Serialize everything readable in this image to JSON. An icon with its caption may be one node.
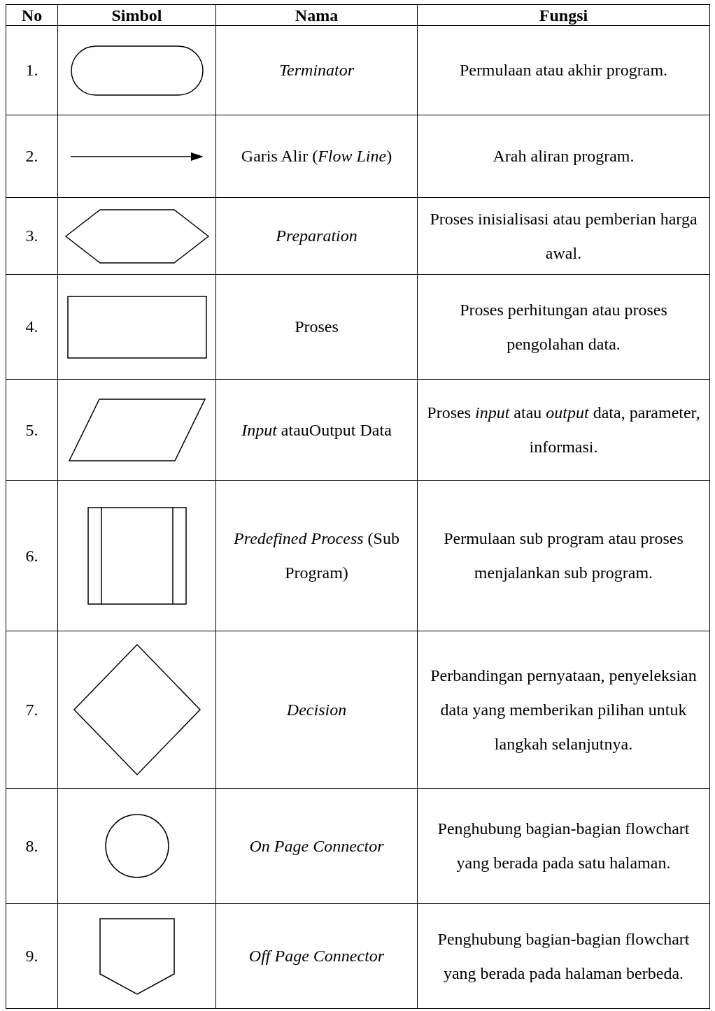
{
  "diagram": {
    "labels": [
      "No",
      "Simbol",
      "Nama",
      "Fungsi",
      "1.",
      "Terminator",
      "Permulaan atau akhir program.",
      "2.",
      "Garis Alir (*Flow Line*)",
      "Arah aliran program.",
      "3.",
      "Preparation",
      "Proses inisialisasi atau pemberian harga awal.",
      "4.",
      "Proses",
      "Proses perhitungan atau proses pengolahan data.",
      "5.",
      "*Input* atauOutput Data",
      "Proses *input* atau *output* data, parameter, informasi.",
      "6.",
      "*Predefined Process* (Sub Program)",
      "Permulaan sub program atau proses menjalankan sub program.",
      "7.",
      "Decision",
      "Perbandingan pernyataan, penyeleksian data yang memberikan pilihan untuk langkah selanjutnya.",
      "8.",
      "On Page Connector",
      "Penghubung bagian-bagian flowchart yang berada pada satu halaman.",
      "9.",
      "Off Page Connector",
      "Penghubung bagian-bagian flowchart yang berada pada halaman berbeda."
    ]
  }
}
